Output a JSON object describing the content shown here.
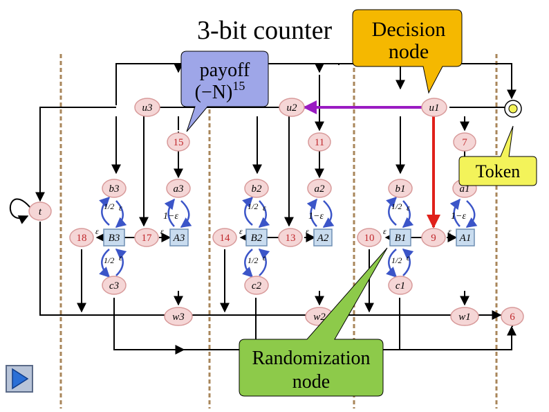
{
  "title": "3-bit counter",
  "callouts": {
    "payoff_line1": "payoff",
    "payoff_line2_base": "(−N)",
    "payoff_line2_exp": "15",
    "decision_line1": "Decision",
    "decision_line2": "node",
    "token": "Token",
    "random_line1": "Randomization",
    "random_line2": "node"
  },
  "nodes": {
    "u3": "u3",
    "u2": "u2",
    "u1": "u1",
    "b3": "b3",
    "b2": "b2",
    "b1": "b1",
    "a3": "a3",
    "a2": "a2",
    "a1": "a1",
    "c3": "c3",
    "c2": "c2",
    "c1": "c1",
    "w3": "w3",
    "w2": "w2",
    "w1": "w1",
    "B3": "B3",
    "B2": "B2",
    "B1": "B1",
    "A3": "A3",
    "A2": "A2",
    "A1": "A1",
    "t": "t"
  },
  "numbered_nodes": {
    "n15": "15",
    "n11": "11",
    "n7": "7",
    "n18": "18",
    "n17": "17",
    "n14": "14",
    "n13": "13",
    "n10": "10",
    "n9": "9",
    "n6": "6"
  },
  "edge_labels": {
    "half": "1/2",
    "one_minus_eps": "1−ε",
    "eps": "ε"
  },
  "colors": {
    "node_fill": "#f5d6d6",
    "node_stroke": "#d89a9a",
    "square_fill": "#c9dcef",
    "square_stroke": "#6f8fb3",
    "red_text": "#c0282c",
    "blue_arrow": "#3b55c8",
    "purple_arrow": "#9a1bc2",
    "red_arrow": "#e0201a",
    "payoff_fill": "#9ea6e8",
    "decision_fill": "#f5b800",
    "token_fill": "#f3f35a",
    "random_fill": "#8dca4a",
    "divider": "#a8865a",
    "nav_blue": "#2a6fd6"
  },
  "icons": {
    "nav_button": "play-next-icon"
  }
}
